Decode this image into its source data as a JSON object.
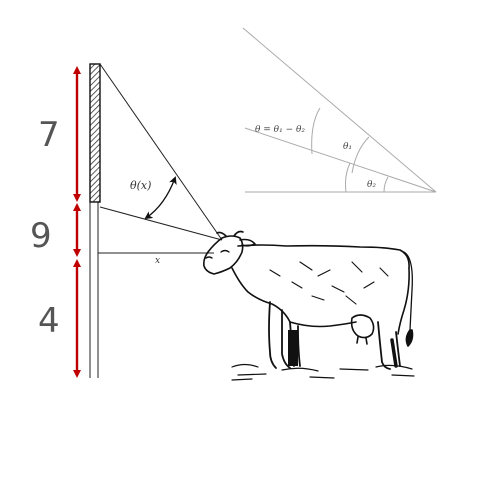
{
  "wall": {
    "segments": [
      {
        "value": "7"
      },
      {
        "value": "9"
      },
      {
        "value": "4"
      }
    ]
  },
  "labels": {
    "angle": "θ(x)",
    "distance": "x"
  },
  "inset": {
    "formula": "θ = θ₁ − θ₂",
    "theta1": "θ₁",
    "theta2": "θ₂"
  },
  "colors": {
    "arrow": "#c00000",
    "line": "#222222",
    "inset_line": "#aaaaaa",
    "number": "#555555"
  },
  "icons": {
    "cow": "cow-illustration",
    "screen": "hatched-screen"
  }
}
